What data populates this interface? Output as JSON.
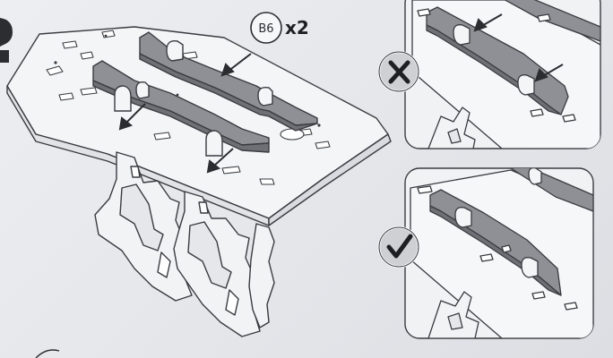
{
  "instruction": {
    "part_code": "B6",
    "quantity": "x2"
  },
  "panels": [
    {
      "id": "wrong",
      "icon": "cross-icon",
      "status": "incorrect"
    },
    {
      "id": "right",
      "icon": "check-icon",
      "status": "correct"
    }
  ],
  "colors": {
    "line": "#3a3b40",
    "part_gray": "#8e8f94",
    "board": "#f3f4f6",
    "badge_bg": "#d0d1d5"
  }
}
